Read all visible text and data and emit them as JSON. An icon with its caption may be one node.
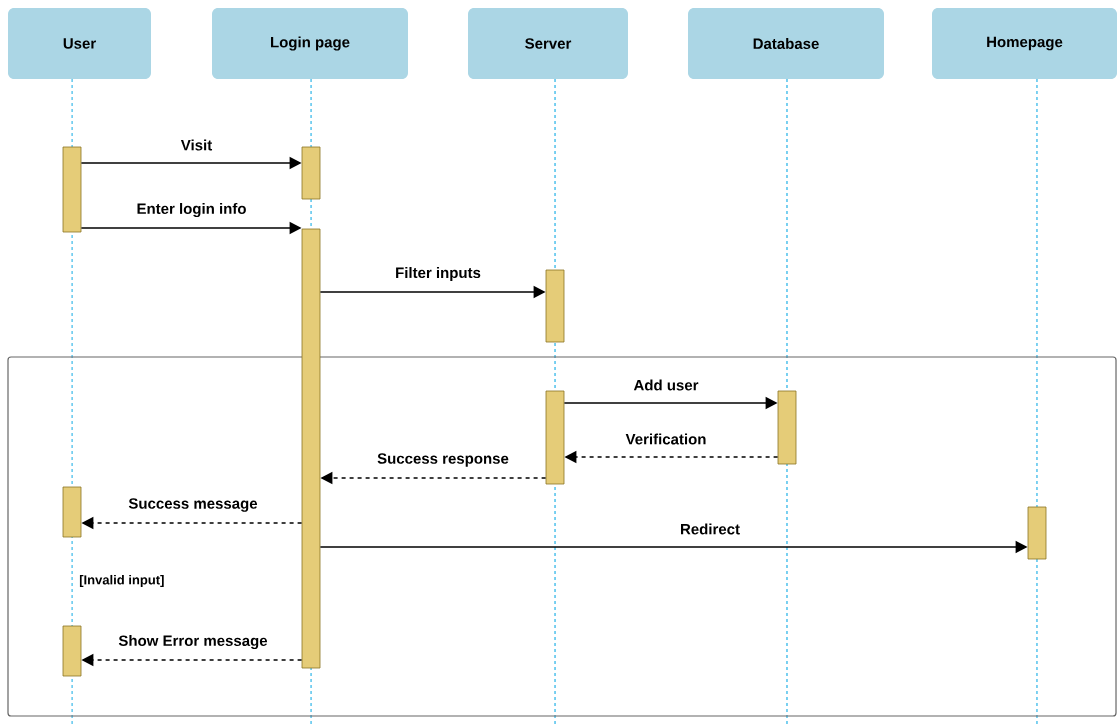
{
  "diagram": {
    "nodes": [
      {
        "text": [
          "User"
        ]
      },
      {
        "text": [
          "Login page"
        ]
      },
      {
        "text": [
          "Server"
        ]
      },
      {
        "text": [
          "Database"
        ]
      },
      {
        "text": [
          "Homepage"
        ]
      },
      {
        "text": [],
        "shape": "bar"
      },
      {
        "text": [],
        "shape": "bar"
      },
      {
        "text": [],
        "shape": "bar"
      },
      {
        "text": [],
        "shape": "bar"
      },
      {
        "text": [],
        "shape": "bar"
      },
      {
        "text": [],
        "shape": "bar"
      },
      {
        "text": [],
        "shape": "bar"
      },
      {
        "text": [],
        "shape": "bar"
      },
      {
        "text": [],
        "shape": "bar"
      }
    ],
    "edges": [
      {
        "from": 5,
        "to": 6,
        "arrow": "to",
        "label": "Visit"
      },
      {
        "from": 5,
        "to": 7,
        "arrow": "to",
        "label": "Enter login info"
      },
      {
        "from": 7,
        "to": 8,
        "arrow": "to",
        "label": "Filter inputs"
      },
      {
        "from": 9,
        "to": 10,
        "arrow": "to",
        "label": "Add user"
      },
      {
        "from": 10,
        "to": 9,
        "arrow": "to",
        "label": "Verification",
        "style": "dashed"
      },
      {
        "from": 9,
        "to": 7,
        "arrow": "to",
        "label": "Success response",
        "style": "dashed"
      },
      {
        "from": 7,
        "to": 11,
        "arrow": "to",
        "label": "Success message",
        "style": "dashed"
      },
      {
        "from": 7,
        "to": 12,
        "arrow": "to",
        "label": "Redirect"
      },
      {
        "from": 7,
        "to": 13,
        "arrow": "to",
        "label": "Show Error message",
        "style": "dashed"
      }
    ],
    "labels": [
      "[Invalid input]"
    ]
  }
}
